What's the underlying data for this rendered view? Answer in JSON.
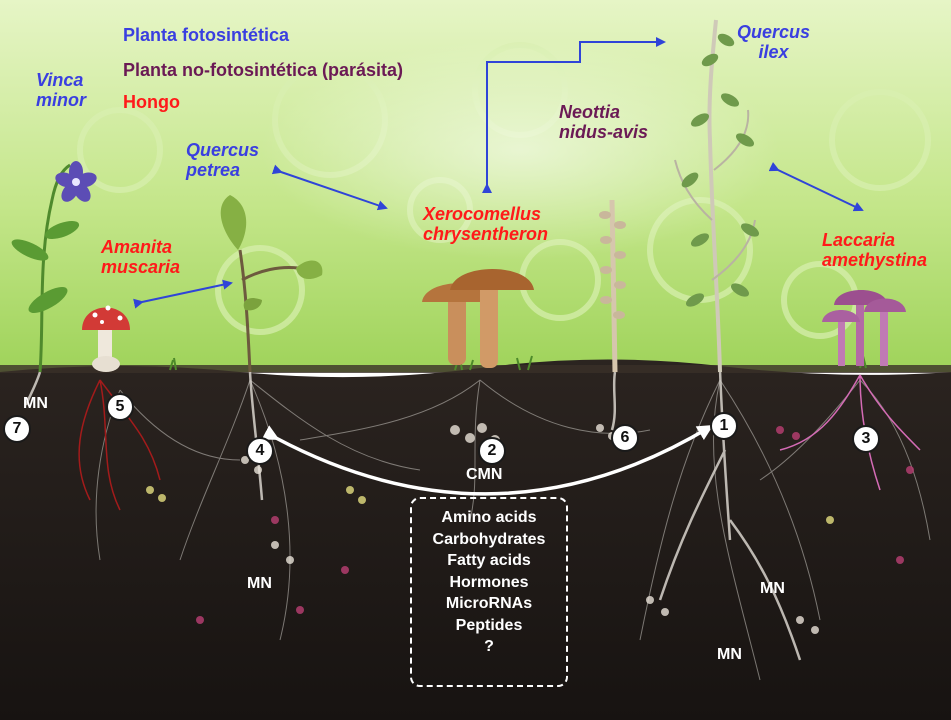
{
  "legend": {
    "photosynthetic": "Planta fotosintética",
    "non_photosynthetic": "Planta no-fotosintética (parásita)",
    "fungus": "Hongo",
    "colors": {
      "photosynthetic": "#3a3fe0",
      "non_photosynthetic": "#6b1a55",
      "fungus": "#ff1a1a"
    }
  },
  "species": {
    "vinca": [
      "Vinca",
      "minor"
    ],
    "quercus_petrea": [
      "Quercus",
      "petrea"
    ],
    "amanita": [
      "Amanita",
      "muscaria"
    ],
    "xerocomellus": [
      "Xerocomellus",
      "chrysentheron"
    ],
    "neottia": [
      "Neottia",
      "nidus-avis"
    ],
    "quercus_ilex": [
      "Quercus",
      "ilex"
    ],
    "laccaria": [
      "Laccaria",
      "amethystina"
    ]
  },
  "markers": [
    "1",
    "2",
    "3",
    "4",
    "5",
    "6",
    "7"
  ],
  "networks": {
    "mn_left": "MN",
    "mn_mid": "MN",
    "mn_right_upper": "MN",
    "mn_right_lower": "MN",
    "cmn": "CMN"
  },
  "compounds": [
    "Amino acids",
    "Carbohydrates",
    "Fatty acids",
    "Hormones",
    "MicroRNAs",
    "Peptides",
    "?"
  ],
  "colors": {
    "arrow": "#2f44d8",
    "soil": "#1f1a17",
    "sky": "#b9e07a",
    "transfer_arrow": "#ffffff"
  }
}
